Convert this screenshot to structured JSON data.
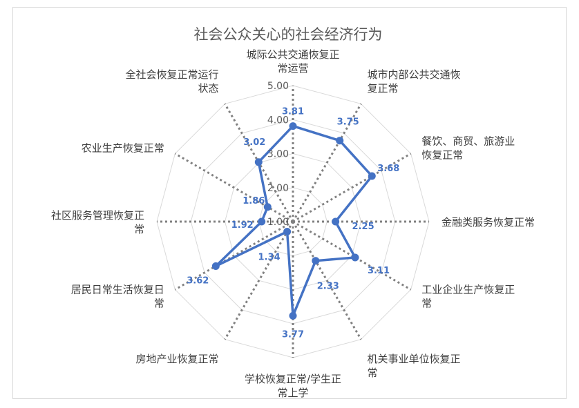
{
  "chart_data": {
    "type": "radar",
    "title": "社会公众关心的社会经济行为",
    "categories": [
      [
        "城际公共交通恢复正",
        "常运营"
      ],
      [
        "城市内部公共交通恢",
        "复正常"
      ],
      [
        "餐饮、商贸、旅游业",
        "恢复正常"
      ],
      [
        "金融类服务恢复正常"
      ],
      [
        "工业企业生产恢复正",
        "常"
      ],
      [
        "机关事业单位恢复正",
        "常"
      ],
      [
        "学校恢复正常/学生正",
        "常上学"
      ],
      [
        "房地产业恢复正常"
      ],
      [
        "居民日常生活恢复日",
        "常"
      ],
      [
        "社区服务管理恢复正",
        "常"
      ],
      [
        "农业生产恢复正常"
      ],
      [
        "全社会恢复正常运行",
        "状态"
      ]
    ],
    "values": [
      3.81,
      3.75,
      3.68,
      2.25,
      3.11,
      2.33,
      3.77,
      1.34,
      3.62,
      1.92,
      1.86,
      3.02
    ],
    "value_labels": [
      "3.81",
      "3.75",
      "3.68",
      "2.25",
      "3.11",
      "2.33",
      "3.77",
      "1.34",
      "3.62",
      "1.92",
      "1.86",
      "3.02"
    ],
    "rmin": 1.0,
    "rmax": 5.0,
    "tick_labels": [
      "1.00",
      "2.00",
      "3.00",
      "4.00",
      "5.00"
    ],
    "tick_values": [
      1,
      2,
      3,
      4,
      5
    ],
    "grid": true,
    "legend": "none",
    "colors": {
      "series": "#4472c4",
      "grid": "#d9d9d9",
      "spoke": "#808080",
      "text": "#595959"
    }
  }
}
